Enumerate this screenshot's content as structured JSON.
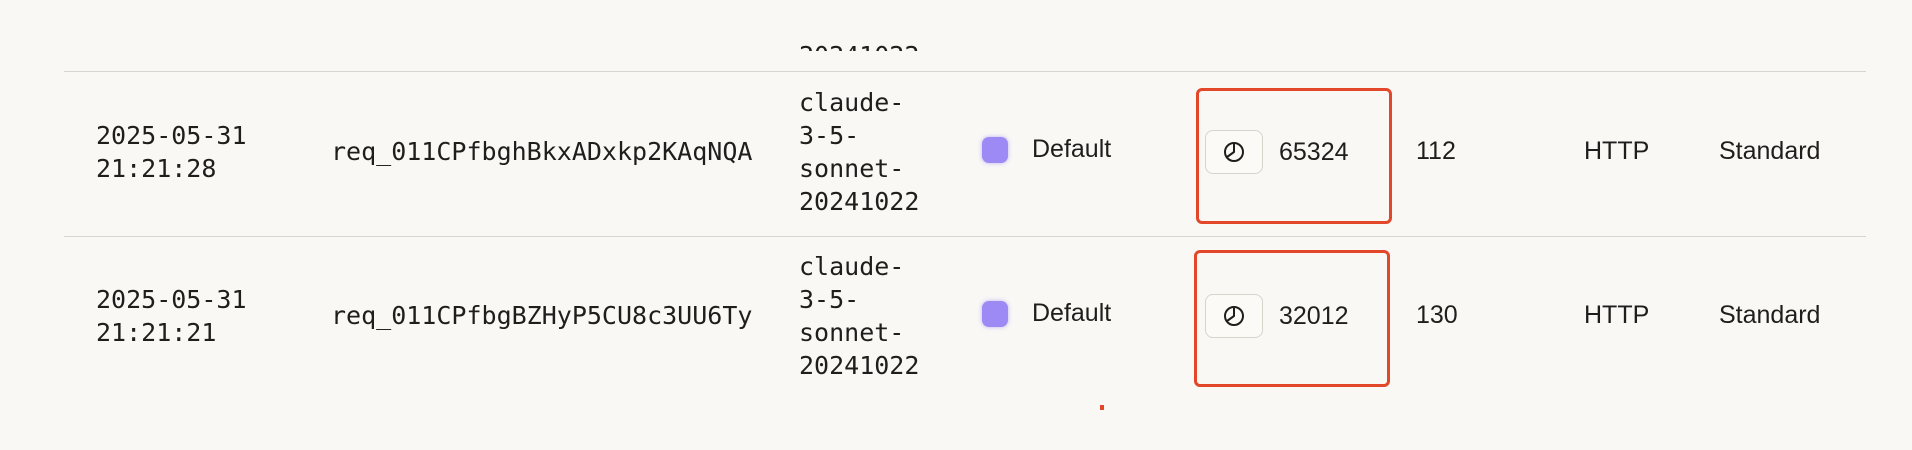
{
  "rows": [
    {
      "timestamp": "2025-05-31\n21:21:28",
      "request_id": "req_011CPfbghBkxADxkp2KAqNQA",
      "model": "claude-\n3-5-\nsonnet-\n20241022",
      "workspace": "Default",
      "input_tokens": "65324",
      "output_tokens": "112",
      "protocol": "HTTP",
      "tier": "Standard"
    },
    {
      "timestamp": "2025-05-31\n21:21:21",
      "request_id": "req_011CPfbgBZHyP5CU8c3UU6Ty",
      "model": "claude-\n3-5-\nsonnet-\n20241022",
      "workspace": "Default",
      "input_tokens": "32012",
      "output_tokens": "130",
      "protocol": "HTTP",
      "tier": "Standard"
    }
  ],
  "prev_row_model_tail": "20241022",
  "colors": {
    "background": "#f9f8f5",
    "workspace_dot": "#9d8af5",
    "highlight": "#e2472a",
    "divider": "#d8d6d0"
  },
  "icons": {
    "token_breakdown": "pie-chart-icon"
  }
}
